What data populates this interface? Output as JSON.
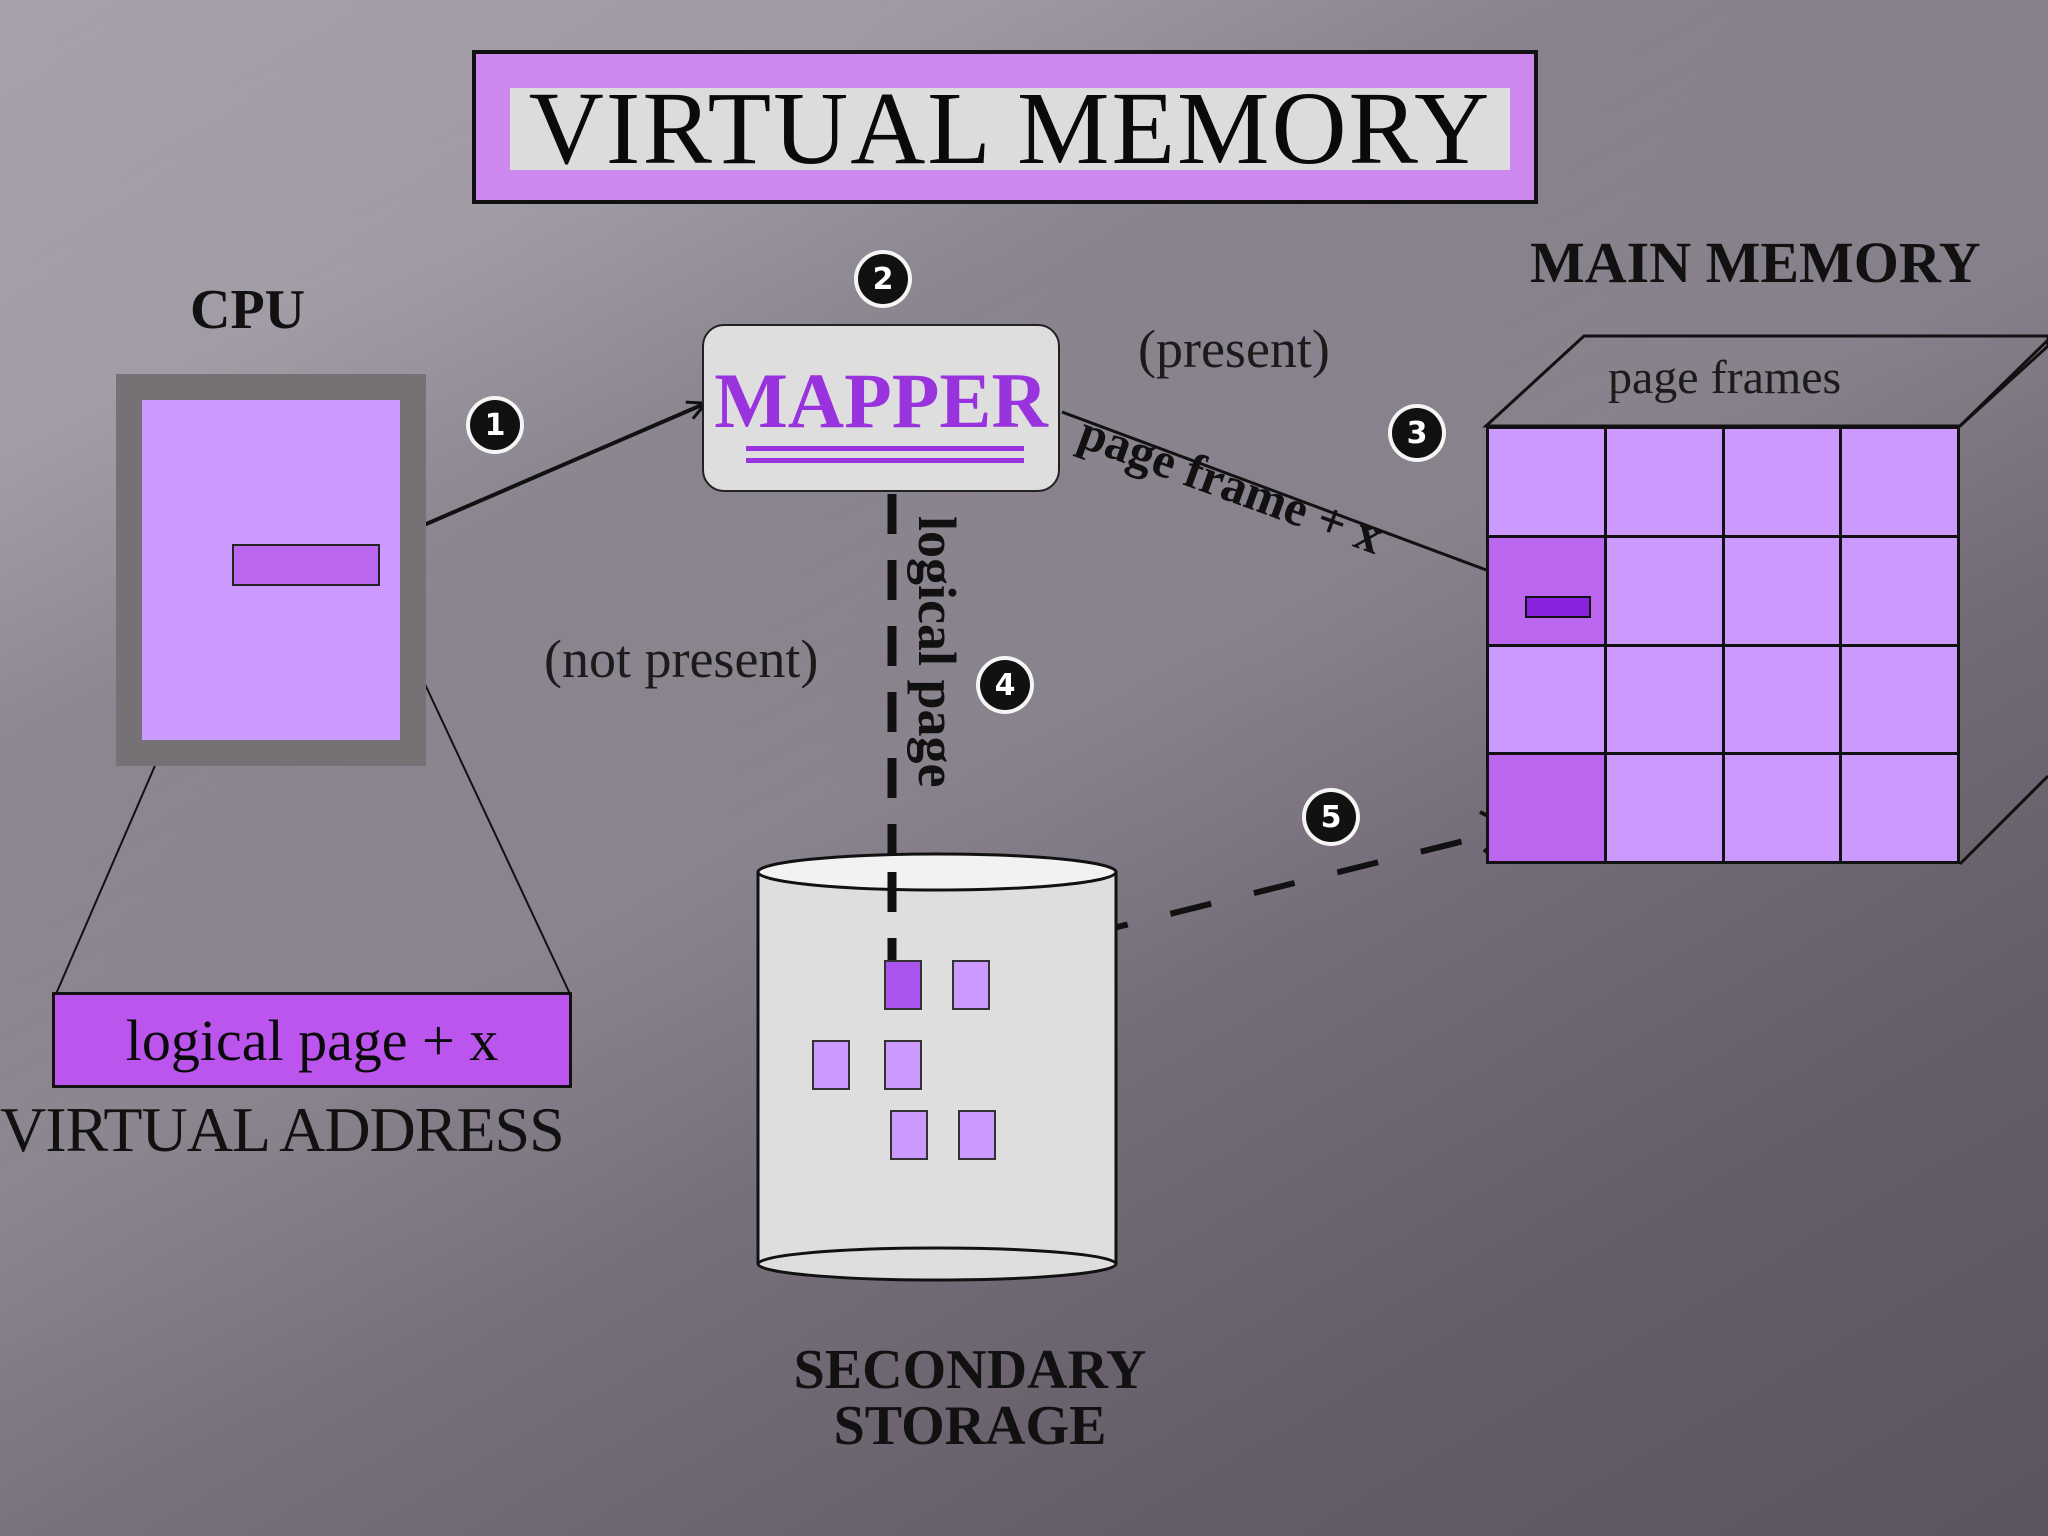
{
  "slide": {
    "title": "VIRTUAL MEMORY",
    "cpu_label": "CPU",
    "virtual_address_box": "logical page + x",
    "virtual_address_label": "VIRTUAL ADDRESS",
    "mapper_label": "MAPPER",
    "main_memory_label": "MAIN MEMORY",
    "page_frames_label": "page frames",
    "present_label": "(present)",
    "page_frame_arrow_label": "page frame + x",
    "not_present_label": "(not present)",
    "logical_page_arrow_label": "logical page",
    "secondary_storage_line1": "SECONDARY",
    "secondary_storage_line2": "STORAGE",
    "steps": [
      "1",
      "2",
      "3",
      "4",
      "5"
    ]
  },
  "colors": {
    "accent_purple": "#cc88ee",
    "light_purple": "#cc99ff",
    "mapper_text": "#9933dd",
    "highlight": "#bb66ee"
  }
}
